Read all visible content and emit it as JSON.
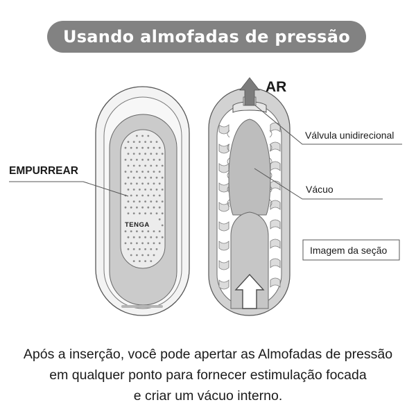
{
  "header": {
    "title": "Usando almofadas de pressão"
  },
  "labels": {
    "push": "EMPURREAR",
    "air": "AR",
    "valve": "Válvula unidirecional",
    "vacuum": "Vácuo",
    "section": "Imagem da seção"
  },
  "device": {
    "logo": "TENGA"
  },
  "caption": {
    "line1": "Após a inserção, você pode apertar as Almofadas de pressão",
    "line2": "em qualquer ponto para fornecer estimulação focada",
    "line3": "e criar um vácuo interno."
  },
  "colors": {
    "title_bg": "#828282",
    "device_shell": "#f2f2f2",
    "device_band": "#c9c9c9",
    "pad": "#ebebeb",
    "vacuum": "#bdbdbd",
    "outline": "#5a5a5a"
  },
  "icons": [
    "arrow-up-icon",
    "arrow-up-outline-icon"
  ]
}
